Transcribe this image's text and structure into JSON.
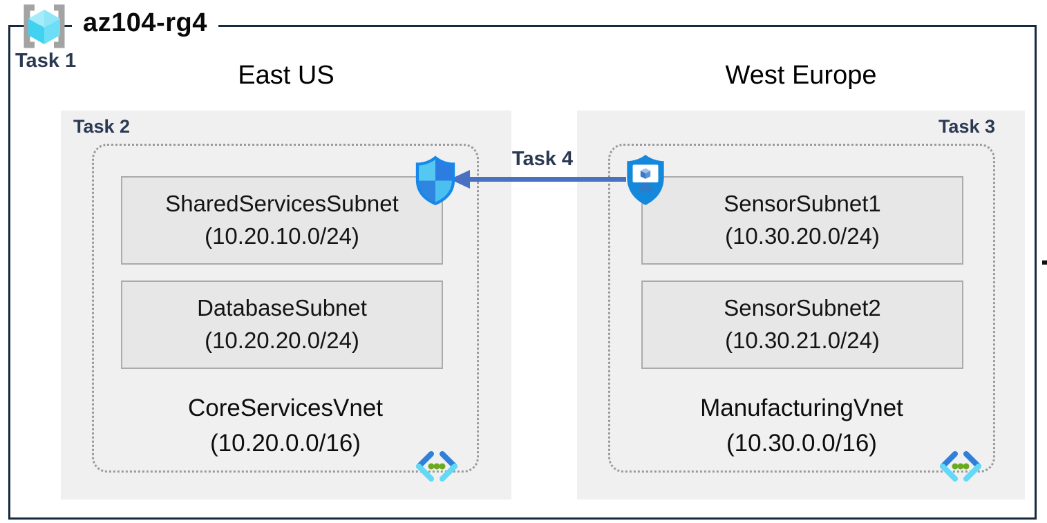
{
  "resource_group": {
    "name": "az104-rg4"
  },
  "task_labels": {
    "task1": "Task 1",
    "task2": "Task 2",
    "task3": "Task 3",
    "task4": "Task 4"
  },
  "regions": {
    "left": "East US",
    "right": "West Europe"
  },
  "vnets": [
    {
      "name": "CoreServicesVnet",
      "cidr": "(10.20.0.0/16)",
      "region": "East US",
      "subnets": [
        {
          "name": "SharedServicesSubnet",
          "cidr": "(10.20.10.0/24)"
        },
        {
          "name": "DatabaseSubnet",
          "cidr": "(10.20.20.0/24)"
        }
      ]
    },
    {
      "name": "ManufacturingVnet",
      "cidr": "(10.30.0.0/16)",
      "region": "West Europe",
      "subnets": [
        {
          "name": "SensorSubnet1",
          "cidr": "(10.30.20.0/24)"
        },
        {
          "name": "SensorSubnet2",
          "cidr": "(10.30.21.0/24)"
        }
      ]
    }
  ],
  "icons": {
    "resource_group": "resource-group-icon",
    "network_security_shield": "network-security-group-shield-icon",
    "bastion_shield_monitor": "bastion-shield-monitor-icon",
    "virtual_network": "virtual-network-icon"
  },
  "colors": {
    "frame_border": "#16293f",
    "task_label": "#2b3a52",
    "panel_background": "#f0f0f1",
    "subnet_background": "#e7e7e7",
    "subnet_border": "#ababab",
    "vnet_dotted_border": "#9a9a9a",
    "arrow_blue": "#4a70c2",
    "azure_shield_blue": "#1489dc",
    "shield_light_cyan": "#55c8f2",
    "shield_dark_blue": "#2c7ce2",
    "vnet_chevron_dark": "#2f80da",
    "vnet_chevron_light": "#62d9f7",
    "vnet_dot_green": "#6aaa1e",
    "rg_bracket_gray": "#a3a3a3",
    "rg_cube_cyan": "#55d8f4"
  }
}
